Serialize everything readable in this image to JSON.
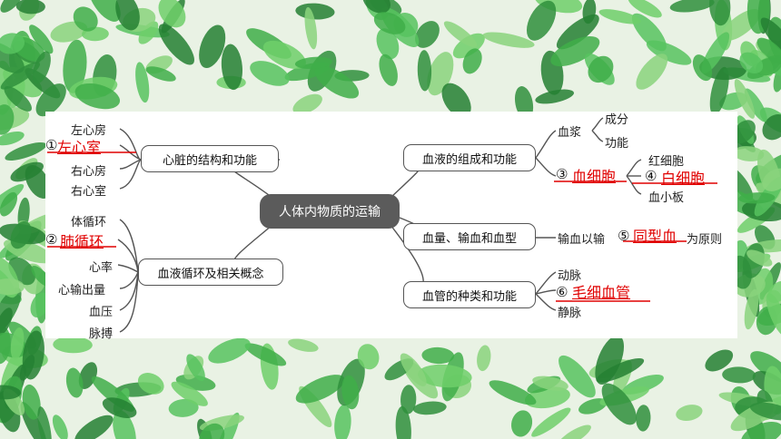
{
  "center": "人体内物质的运输",
  "left_branches": [
    {
      "title": "心脏的结构和功能",
      "items": [
        "左心房",
        "①",
        "左心室",
        "右心房",
        "右心室"
      ]
    },
    {
      "title": "血液循环及相关概念",
      "items": [
        "体循环",
        "②",
        "肺循环",
        "心率",
        "心输出量",
        "血压",
        "脉搏"
      ]
    }
  ],
  "right_branches": [
    {
      "title": "血液的组成和功能",
      "plasma": "血浆",
      "plasma_items": [
        "成分",
        "功能"
      ],
      "cells_num": "③",
      "cells_answer": "血细胞",
      "cell_items": [
        "红细胞",
        "④",
        "白细胞",
        "血小板"
      ]
    },
    {
      "title": "血量、输血和血型",
      "text_a": "输血以输",
      "num": "⑤",
      "answer": "同型血",
      "text_b": "为原则"
    },
    {
      "title": "血管的种类和功能",
      "items": [
        "动脉",
        "⑥",
        "毛细血管",
        "静脉"
      ]
    }
  ],
  "colors": {
    "answer": "#e00000",
    "center_bg": "#5b5b5b",
    "leaf": "#3fae49"
  }
}
